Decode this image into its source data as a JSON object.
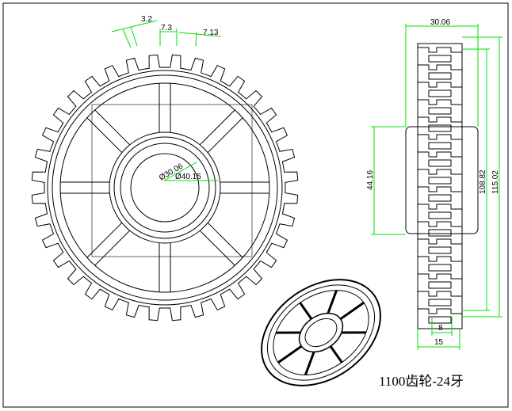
{
  "title": "1100齿轮-24牙",
  "colors": {
    "dimension": "#00e000",
    "outline": "#000000"
  },
  "front_view": {
    "dims": {
      "tooth_width": "3.2",
      "tooth_pitch_a": "7.3",
      "tooth_pitch_b": "7.13",
      "bore_dia": "Ø30.06",
      "hub_dia": "Ø40.15"
    }
  },
  "side_view": {
    "dims": {
      "hub_width": "30.06",
      "hub_height": "44.16",
      "root_dia": "108.82",
      "outer_dia": "115.02",
      "tooth_thickness": "8",
      "body_width": "15"
    }
  }
}
